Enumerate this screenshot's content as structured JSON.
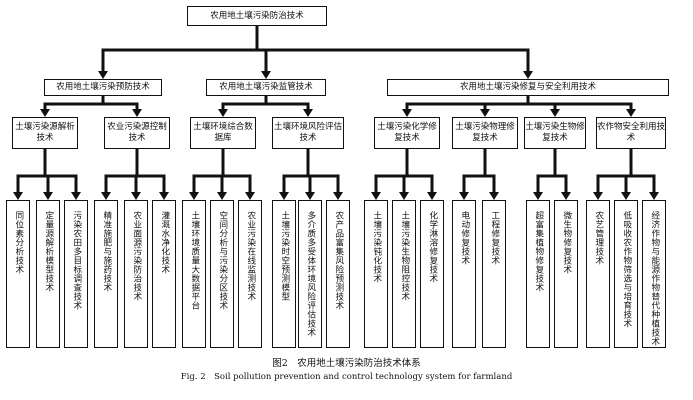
{
  "root": "农用地土壤污染防治技术",
  "branches": [
    {
      "label": "农用地土壤污染预防技术",
      "mids": [
        {
          "label": "土壤污染源解析技术",
          "leaves": [
            "同位素分析技术",
            "定量源解析模型技术",
            "污染农田多目标调查技术"
          ]
        },
        {
          "label": "农业污染源控制技术",
          "leaves": [
            "精准施肥与施药技术",
            "农业面源污染防治技术",
            "灌溉水净化技术"
          ]
        }
      ]
    },
    {
      "label": "农用地土壤污染监管技术",
      "mids": [
        {
          "label": "土壤环境综合数据库",
          "leaves": [
            "土壤环境质量大数据平台",
            "空间分析与污染分区技术",
            "农业污染在线监测技术"
          ]
        },
        {
          "label": "土壤环境风险评估技术",
          "leaves": [
            "土壤污染时空预测模型",
            "多介质多受体环境风险评估技术",
            "农产品富集风险预测技术"
          ]
        }
      ]
    },
    {
      "label": "农用地土壤污染修复与安全利用技术",
      "mids": [
        {
          "label": "土壤污染化学修复技术",
          "leaves": [
            "土壤污染钝化技术",
            "土壤污染生物阻控技术",
            "化学淋溶修复技术"
          ]
        },
        {
          "label": "土壤污染物理修复技术",
          "leaves": [
            "电动修复技术",
            "工程修复技术"
          ]
        },
        {
          "label": "土壤污染生物修复技术",
          "leaves": [
            "超富集植物修复技术",
            "微生物修复技术"
          ]
        },
        {
          "label": "农作物安全利用技术",
          "leaves": [
            "农艺管理技术",
            "低吸收农作物筛选与培育技术",
            "经济作物与能源作物替代种植技术"
          ]
        }
      ]
    }
  ],
  "caption_cn": "图2　农用地土壤污染防治技术体系",
  "caption_en": "Fig. 2　Soil pollution prevention and control technology system for farmland"
}
